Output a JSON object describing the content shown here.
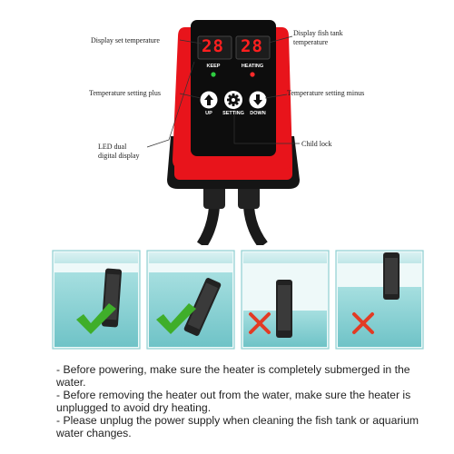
{
  "callouts": {
    "set_temp": "Display set temperature",
    "tank_temp_1": "Display fish tank",
    "tank_temp_2": "temperature",
    "temp_plus": "Temperature setting plus",
    "temp_minus": "Temperature setting minus",
    "led_1": "LED dual",
    "led_2": "digital display",
    "child_lock": "Child lock"
  },
  "controller": {
    "set_display": "28",
    "tank_display": "28",
    "keep_label": "KEEP",
    "heating_label": "HEATING",
    "up_label": "UP",
    "setting_label": "SETTING",
    "down_label": "DOWN",
    "colors": {
      "body": "#e8141b",
      "panel": "#111111",
      "led": "#ff1f1f",
      "keep_dot": "#2ecc40",
      "heating_dot": "#ff2a2a"
    }
  },
  "tanks": [
    {
      "status": "ok",
      "mark": "check-icon"
    },
    {
      "status": "ok",
      "mark": "check-icon"
    },
    {
      "status": "wrong",
      "mark": "cross-icon"
    },
    {
      "status": "wrong",
      "mark": "cross-icon"
    }
  ],
  "notes": [
    "- Before powering, make sure the heater is completely submerged in the water.",
    "- Before removing the heater out from the water, make sure the heater is unplugged to avoid dry heating.",
    "- Please unplug the power supply when cleaning the fish tank or aquarium water changes."
  ]
}
